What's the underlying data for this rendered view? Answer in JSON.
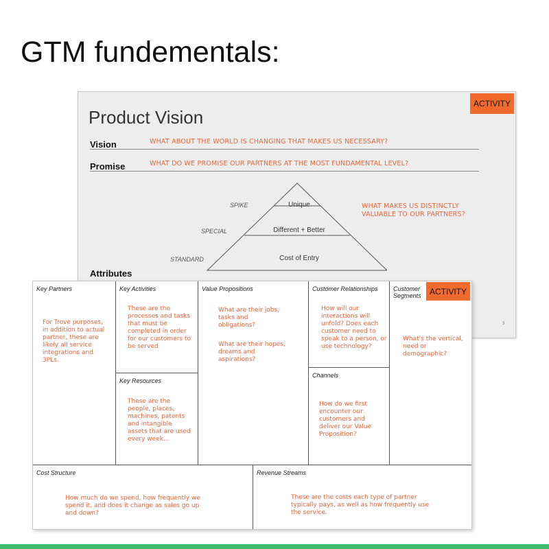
{
  "heading": "GTM fundementals:",
  "product_vision": {
    "activity_tag": "ACTIVITY",
    "title": "Product Vision",
    "vision_label": "Vision",
    "vision_text": "WHAT ABOUT THE WORLD IS CHANGING THAT MAKES US NECESSARY?",
    "promise_label": "Promise",
    "promise_text": "WHAT DO WE PROMISE OUR PARTNERS AT THE MOST FUNDAMENTAL LEVEL?",
    "pyramid": {
      "tiers": [
        {
          "side": "SPIKE",
          "label": "Unique"
        },
        {
          "side": "SPECIAL",
          "label": "Different + Better"
        },
        {
          "side": "STANDARD",
          "label": "Cost of Entry"
        }
      ],
      "callout": "WHAT MAKES US DISTINCTLY VALUABLE TO OUR PARTNERS?"
    },
    "attributes_label": "Attributes",
    "page_number": "3"
  },
  "canvas": {
    "activity_tag": "ACTIVITY",
    "key_partners": {
      "title": "Key Partners",
      "body": "For Trove purposes, in addition to actual partner, these are likely all service integrations and 3PLs."
    },
    "key_activities": {
      "title": "Key Activities",
      "body": "These are the processes and tasks that must be completed in order for our customers to be served"
    },
    "key_resources": {
      "title": "Key Resources",
      "body": "These are the people, places, machines, patents and intangible assets that are used every week..."
    },
    "value_propositions": {
      "title": "Value Propositions",
      "body1": "What are their jobs, tasks and obligations?",
      "body2": "What are their hopes, dreams and aspirations?"
    },
    "customer_relationships": {
      "title": "Customer Relationships",
      "body": "How will our interactions will unfold? Does each customer need to speak to a person, or use technology?"
    },
    "channels": {
      "title": "Channels",
      "body": "How do we first encounter our customers and deliver our Value Proposition?"
    },
    "customer_segments": {
      "title": "Customer Segments",
      "body": "What's the vertical, need or demographic?"
    },
    "cost_structure": {
      "title": "Cost Structure",
      "body": "How much do we spend, how frequently we spend it, and does it change as sales go up and down?"
    },
    "revenue_streams": {
      "title": "Revenue Streams",
      "body": "These are the costs each type of partner typically pays, as well as how frequently use the service."
    }
  }
}
